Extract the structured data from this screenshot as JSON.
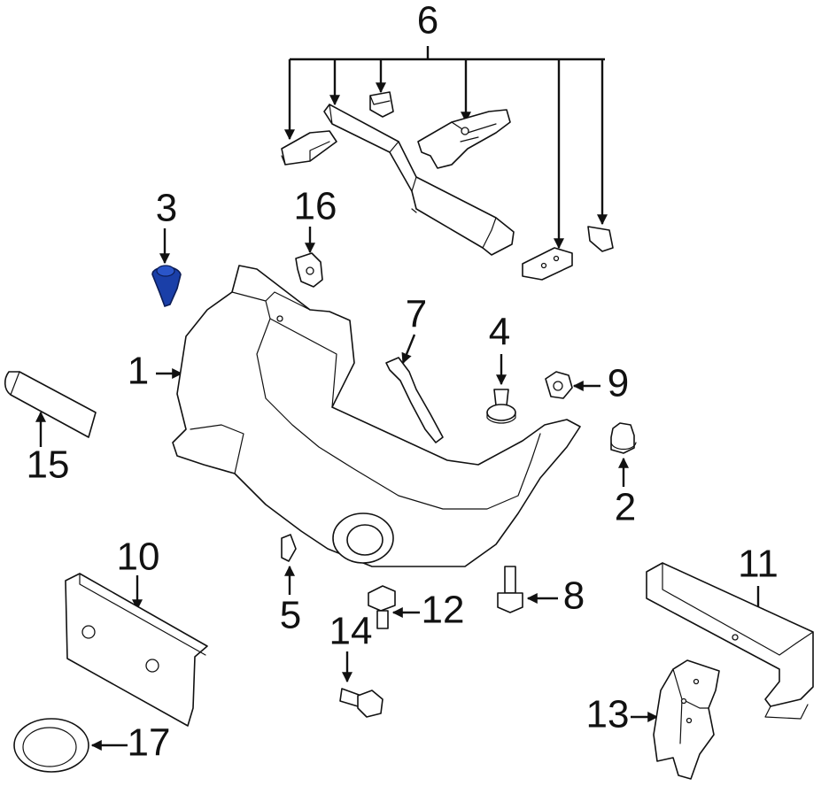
{
  "diagram": {
    "highlight_color": "#1a3fa8",
    "line_color": "#111111",
    "callouts": {
      "c1": "1",
      "c2": "2",
      "c3": "3",
      "c4": "4",
      "c5": "5",
      "c6": "6",
      "c7": "7",
      "c8": "8",
      "c9": "9",
      "c10": "10",
      "c11": "11",
      "c12": "12",
      "c13": "13",
      "c14": "14",
      "c15": "15",
      "c16": "16",
      "c17": "17"
    }
  }
}
